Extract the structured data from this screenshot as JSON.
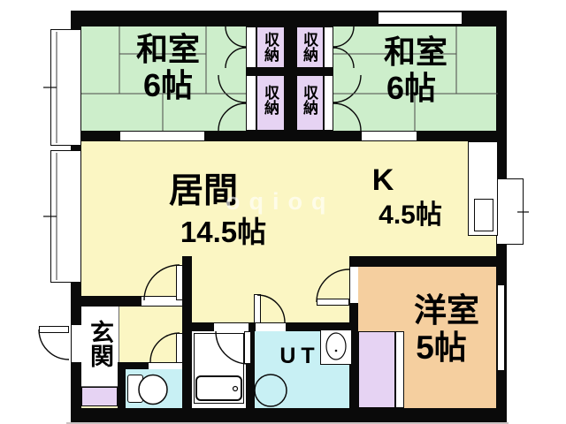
{
  "type": "floorplan",
  "watermark": "oqioq",
  "rooms": {
    "washitsu_left": {
      "label": "和室",
      "size": "6帖"
    },
    "washitsu_right": {
      "label": "和室",
      "size": "6帖"
    },
    "living": {
      "label": "居間",
      "size": "14.5帖"
    },
    "kitchen": {
      "label": "K",
      "size": "4.5帖"
    },
    "western": {
      "label": "洋室",
      "size": "5帖"
    },
    "entrance": {
      "label": "玄関"
    },
    "utility": {
      "label": "UT"
    },
    "closet": {
      "label": "収納"
    }
  },
  "colors": {
    "tatami_room": "#cdeecb",
    "living_kitchen": "#fbf6c3",
    "storage": "#e6d3f3",
    "water_rooms": "#c8f0f4",
    "western_room": "#f5cf9f",
    "wall": "#0a0a0a",
    "fixture": "#ffffff"
  }
}
